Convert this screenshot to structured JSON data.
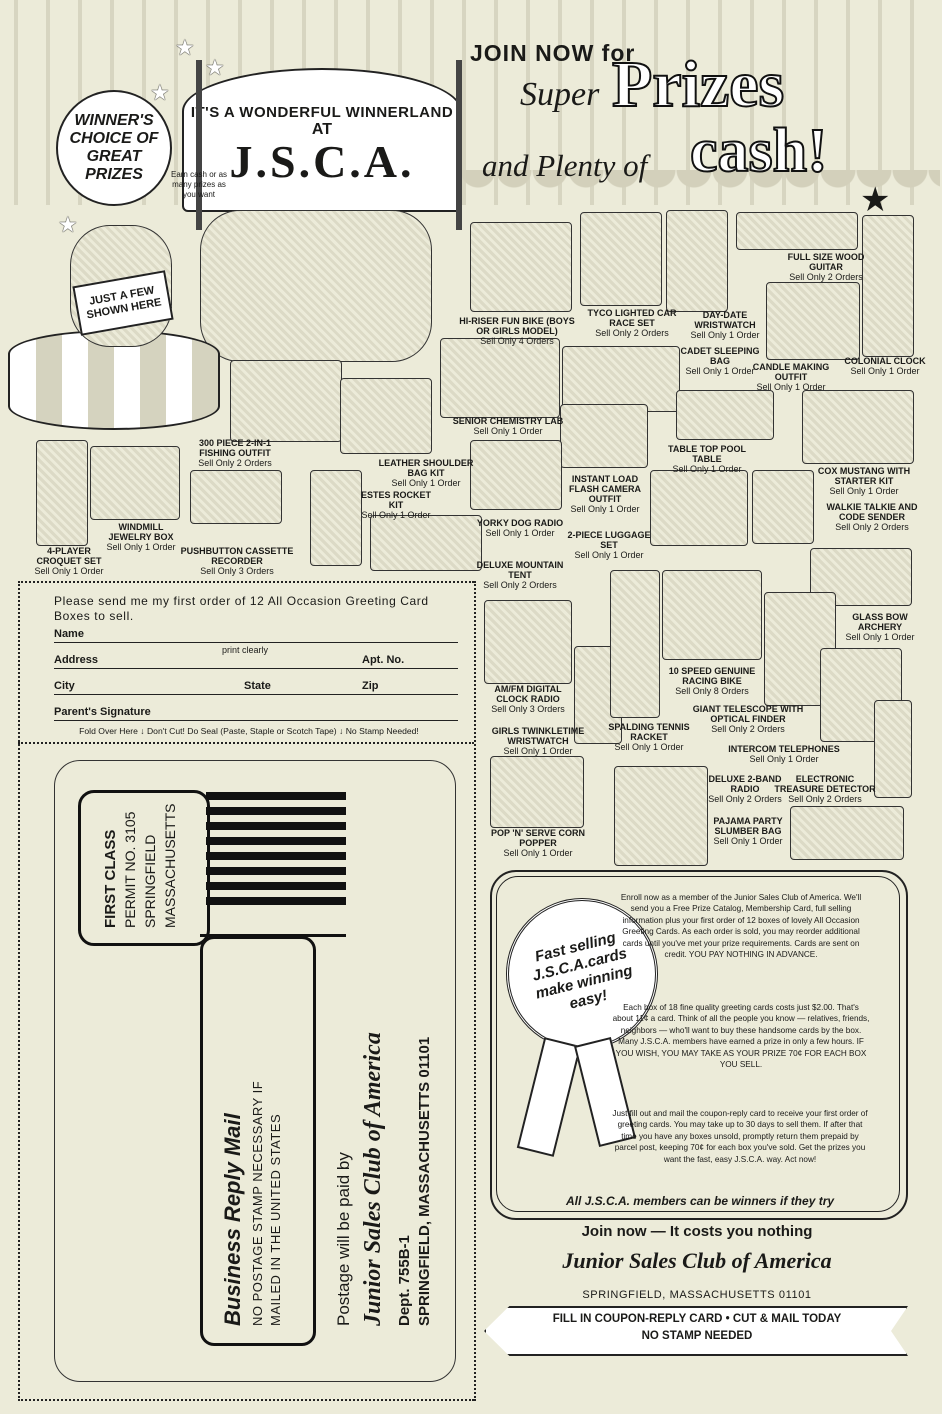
{
  "header": {
    "circle": "WINNER'S CHOICE OF GREAT PRIZES",
    "banner_line1": "IT'S A WONDERFUL WINNERLAND",
    "banner_at": "AT",
    "banner_brand": "J.S.C.A.",
    "earn": "Earn cash or as many prizes as you want",
    "sign": "JUST A FEW SHOWN HERE",
    "join": "JOIN NOW for",
    "super": "Super",
    "prizes": "Prizes",
    "and_plenty": "and Plenty of",
    "cash": "cash!"
  },
  "prizes": [
    {
      "name": "HI-RISER FUN BIKE (BOYS OR GIRLS MODEL)",
      "sub": "Sell Only 4 Orders"
    },
    {
      "name": "TYCO LIGHTED CAR RACE SET",
      "sub": "Sell Only 2 Orders"
    },
    {
      "name": "DAY-DATE WRISTWATCH",
      "sub": "Sell Only 1 Order"
    },
    {
      "name": "FULL SIZE WOOD GUITAR",
      "sub": "Sell Only 2 Orders"
    },
    {
      "name": "CADET SLEEPING BAG",
      "sub": "Sell Only 1 Order"
    },
    {
      "name": "CANDLE MAKING OUTFIT",
      "sub": "Sell Only 1 Order"
    },
    {
      "name": "COLONIAL CLOCK",
      "sub": "Sell Only 1 Order"
    },
    {
      "name": "SENIOR CHEMISTRY LAB",
      "sub": "Sell Only 1 Order"
    },
    {
      "name": "300 PIECE 2-in-1 FISHING OUTFIT",
      "sub": "Sell Only 2 Orders"
    },
    {
      "name": "LEATHER SHOULDER BAG KIT",
      "sub": "Sell Only 1 Order"
    },
    {
      "name": "TABLE TOP POOL TABLE",
      "sub": "Sell Only 1 Order"
    },
    {
      "name": "COX MUSTANG WITH STARTER KIT",
      "sub": "Sell Only 1 Order"
    },
    {
      "name": "INSTANT LOAD FLASH CAMERA OUTFIT",
      "sub": "Sell Only 1 Order"
    },
    {
      "name": "ESTES ROCKET KIT",
      "sub": "Sell Only 1 Order"
    },
    {
      "name": "YORKY DOG RADIO",
      "sub": "Sell Only 1 Order"
    },
    {
      "name": "WALKIE TALKIE AND CODE SENDER",
      "sub": "Sell Only 2 Orders"
    },
    {
      "name": "WINDMILL JEWELRY BOX",
      "sub": "Sell Only 1 Order"
    },
    {
      "name": "4-PLAYER CROQUET SET",
      "sub": "Sell Only 1 Order"
    },
    {
      "name": "PUSHBUTTON CASSETTE RECORDER",
      "sub": "Sell Only 3 Orders"
    },
    {
      "name": "2-PIECE LUGGAGE SET",
      "sub": "Sell Only 1 Order"
    },
    {
      "name": "DELUXE MOUNTAIN TENT",
      "sub": "Sell Only 2 Orders"
    },
    {
      "name": "GLASS BOW ARCHERY",
      "sub": "Sell Only 1 Order"
    },
    {
      "name": "10 SPEED GENUINE RACING BIKE",
      "sub": "Sell Only 8 Orders"
    },
    {
      "name": "AM/FM DIGITAL CLOCK RADIO",
      "sub": "Sell Only 3 Orders"
    },
    {
      "name": "GIANT TELESCOPE WITH OPTICAL FINDER",
      "sub": "Sell Only 2 Orders"
    },
    {
      "name": "SPALDING TENNIS RACKET",
      "sub": "Sell Only 1 Order"
    },
    {
      "name": "INTERCOM TELEPHONES",
      "sub": "Sell Only 1 Order"
    },
    {
      "name": "GIRLS TWINKLETIME WRISTWATCH",
      "sub": "Sell Only 1 Order"
    },
    {
      "name": "DELUXE 2-BAND RADIO",
      "sub": "Sell Only 2 Orders"
    },
    {
      "name": "ELECTRONIC TREASURE DETECTOR",
      "sub": "Sell Only 2 Orders"
    },
    {
      "name": "PAJAMA PARTY SLUMBER BAG",
      "sub": "Sell Only 1 Order"
    },
    {
      "name": "POP 'N' SERVE CORN POPPER",
      "sub": "Sell Only 1 Order"
    }
  ],
  "coupon": {
    "intro": "Please send me my first order of 12 All Occasion Greeting Card Boxes to sell.",
    "name": "Name",
    "print_clearly": "print clearly",
    "address": "Address",
    "apt": "Apt. No.",
    "city": "City",
    "state": "State",
    "zip": "Zip",
    "parent_sig": "Parent's Signature",
    "fold": "Fold Over Here ↓ Don't Cut! Do Seal (Paste, Staple or Scotch Tape) ↓ No Stamp Needed!"
  },
  "reply": {
    "first_class": "FIRST CLASS",
    "permit": "PERMIT NO. 3105",
    "city": "SPRINGFIELD",
    "state": "MASSACHUSETTS",
    "brm": "Business Reply Mail",
    "no_postage_1": "NO POSTAGE STAMP NECESSARY IF",
    "no_postage_2": "MAILED IN THE UNITED STATES",
    "postage_paid": "Postage will be paid by",
    "club": "Junior Sales Club of America",
    "dept": "Dept. 755B-1",
    "address": "SPRINGFIELD, MASSACHUSETTS 01101"
  },
  "info": {
    "ribbon": "Fast selling J.S.C.A.cards make winning easy!",
    "p1": "Enroll now as a member of the Junior Sales Club of America. We'll send you a Free Prize Catalog, Membership Card, full selling information plus your first order of 12 boxes of lovely All Occasion Greeting Cards. As each order is sold, you may reorder additional cards until you've met your prize requirements. Cards are sent on credit. YOU PAY NOTHING IN ADVANCE.",
    "p2": "Each box of 18 fine quality greeting cards costs just $2.00. That's about 11¢ a card. Think of all the people you know — relatives, friends, neighbors — who'll want to buy these handsome cards by the box. Many J.S.C.A. members have earned a prize in only a few hours. IF YOU WISH, YOU MAY TAKE AS YOUR PRIZE 70¢ FOR EACH BOX YOU SELL.",
    "p3": "Just fill out and mail the coupon-reply card to receive your first order of greeting cards. You may take up to 30 days to sell them. If after that time you have any boxes unsold, promptly return them prepaid by parcel post, keeping 70¢ for each box you've sold. Get the prizes you want the fast, easy J.S.C.A. way. Act now!",
    "winners": "All J.S.C.A. members can be winners if they try"
  },
  "footer": {
    "join": "Join now — It costs you nothing",
    "club": "Junior Sales Club of America",
    "address": "SPRINGFIELD, MASSACHUSETTS 01101",
    "cta1": "FILL IN COUPON-REPLY CARD • CUT & MAIL TODAY",
    "cta2": "NO STAMP NEEDED"
  }
}
